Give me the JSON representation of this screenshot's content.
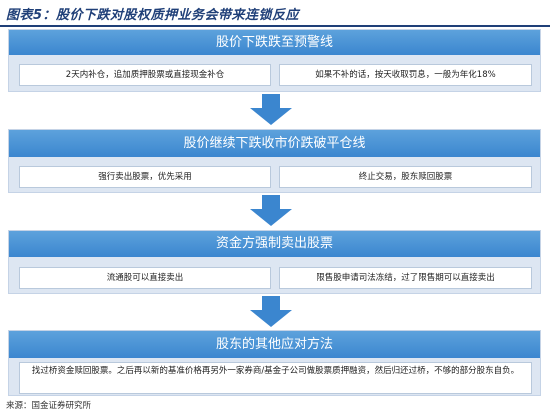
{
  "title": "图表5：股价下跌对股权质押业务会带来连锁反应",
  "colors": {
    "header": "#3b86cf",
    "panel": "#dde6f2",
    "arrow": "#3b86cf",
    "title": "#1f3f78"
  },
  "stages": [
    {
      "header": "股价下跌跌至预警线",
      "left_box": "2天内补仓，追加质押股票或直接现金补仓",
      "right_box": "如果不补的话，按天收取罚息，一般为年化18%"
    },
    {
      "header": "股价继续下跌收市价跌破平仓线",
      "left_box": "强行卖出股票，优先采用",
      "right_box": "终止交易，股东赎回股票"
    },
    {
      "header": "资金方强制卖出股票",
      "left_box": "流通股可以直接卖出",
      "right_box": "限售股申请司法冻结，过了限售期可以直接卖出"
    },
    {
      "header": "股东的其他应对方法",
      "wide_box": "找过桥资金赎回股票。之后再以新的基准价格再另外一家券商/基金子公司做股票质押融资，然后归还过桥，不够的部分股东自负。"
    }
  ],
  "source": "来源：国金证券研究所"
}
